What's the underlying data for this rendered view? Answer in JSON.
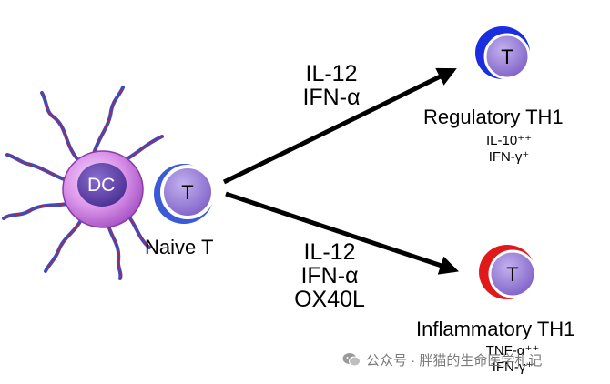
{
  "cells": {
    "dc_label": "DC",
    "naive_t_letter": "T",
    "naive_t_caption": "Naive T",
    "regulatory_t_letter": "T",
    "inflammatory_t_letter": "T"
  },
  "upper_path": {
    "signals": [
      "IL-12",
      "IFN-α"
    ],
    "outcome_title": "Regulatory TH1",
    "cytokines": [
      "IL-10⁺⁺",
      "IFN-γ⁺"
    ]
  },
  "lower_path": {
    "signals": [
      "IL-12",
      "IFN-α",
      "OX40L"
    ],
    "outcome_title": "Inflammatory TH1",
    "cytokines": [
      "TNF-α⁺⁺",
      "IFN-γ⁺"
    ]
  },
  "watermark": {
    "text": "公众号 · 胖猫的生命医学札记",
    "icon": "wechat-icon"
  },
  "colors": {
    "dc_body": "#d98fe6",
    "dc_nucleus": "#6a4cae",
    "t_cell": "#9a7fd6",
    "regulatory_rim": "#1a2ee0",
    "inflammatory_rim": "#e01a1a",
    "dendrite_blue": "#3b4cc0",
    "dendrite_red": "#c0203a"
  }
}
